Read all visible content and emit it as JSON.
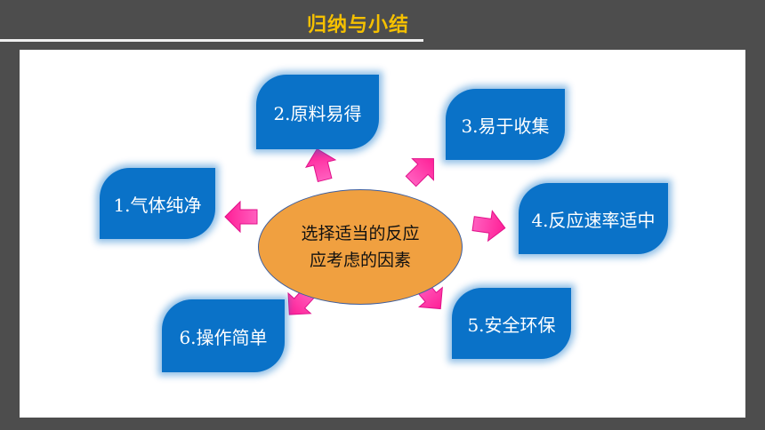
{
  "header": {
    "title": "归纳与小结",
    "title_color": "#f5c000",
    "background": "#4d4d4d"
  },
  "diagram": {
    "center": {
      "line1": "选择适当的反应",
      "line2": "应考虑的因素",
      "fill": "#f0a040"
    },
    "factors": [
      {
        "id": "1",
        "label": "1.气体纯净"
      },
      {
        "id": "2",
        "label": "2.原料易得"
      },
      {
        "id": "3",
        "label": "3.易于收集"
      },
      {
        "id": "4",
        "label": "4.反应速率适中"
      },
      {
        "id": "5",
        "label": "5.安全环保"
      },
      {
        "id": "6",
        "label": "6.操作简单"
      }
    ],
    "box_color": "#0a72c8",
    "arrow_color": "#ff2fa6"
  }
}
